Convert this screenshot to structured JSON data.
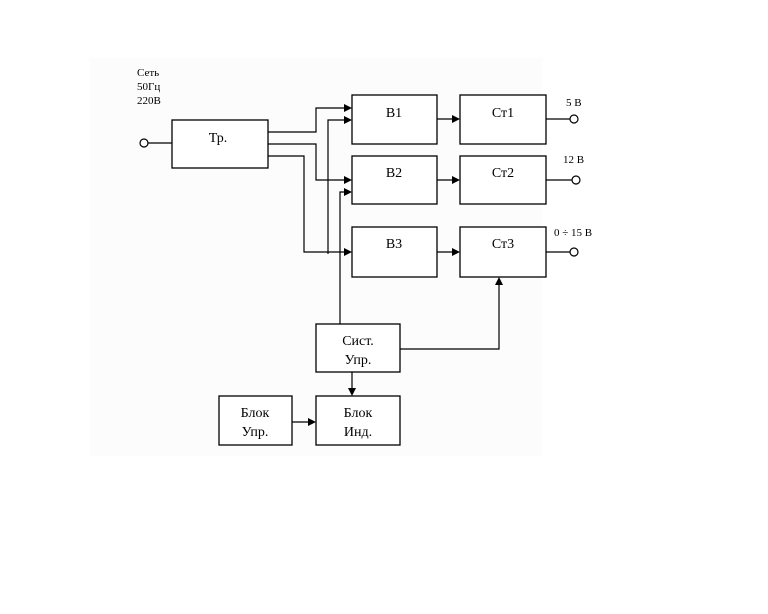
{
  "source": {
    "label_lines": [
      "Сеть",
      "50Гц",
      "220В"
    ]
  },
  "blocks": {
    "transformer": {
      "label": "Тр."
    },
    "rectifier_1": {
      "label": "В1"
    },
    "rectifier_2": {
      "label": "В2"
    },
    "rectifier_3": {
      "label": "В3"
    },
    "stabilizer_1": {
      "label": "Ст1"
    },
    "stabilizer_2": {
      "label": "Ст2"
    },
    "stabilizer_3": {
      "label": "Ст3"
    },
    "control_system": {
      "label_lines": [
        "Сист.",
        "Упр."
      ]
    },
    "indicator_block": {
      "label_lines": [
        "Блок",
        "Инд."
      ]
    },
    "control_block": {
      "label_lines": [
        "Блок",
        "Упр."
      ]
    }
  },
  "outputs": [
    {
      "label": "5 В"
    },
    {
      "label": "12 В"
    },
    {
      "label": "0 ÷ 15 В"
    }
  ]
}
